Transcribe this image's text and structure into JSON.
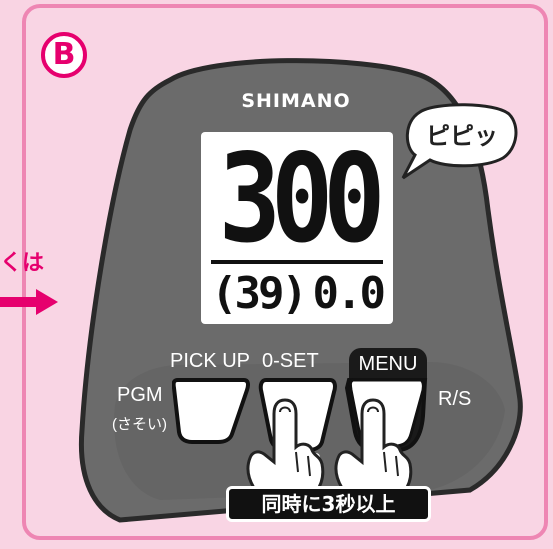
{
  "badge": "B",
  "left_text": "くは",
  "brand": "SHIMANO",
  "display": {
    "main_value": "300",
    "sub_left": "(39)",
    "sub_right": "0.0"
  },
  "speech_bubble": "ピピッ",
  "labels": {
    "pgm": "PGM",
    "pgm_sub": "(さそい)",
    "pick_up": "PICK UP",
    "zero_set": "0-SET",
    "menu": "MENU",
    "rs": "R/S",
    "obscured_char": "0"
  },
  "caption": "同時に3秒以上",
  "colors": {
    "accent": "#e6006e",
    "frame": "#ee86b3",
    "background": "#f9d4e3",
    "device_body": "#6b6b6b",
    "lcd": "#ffffff"
  }
}
